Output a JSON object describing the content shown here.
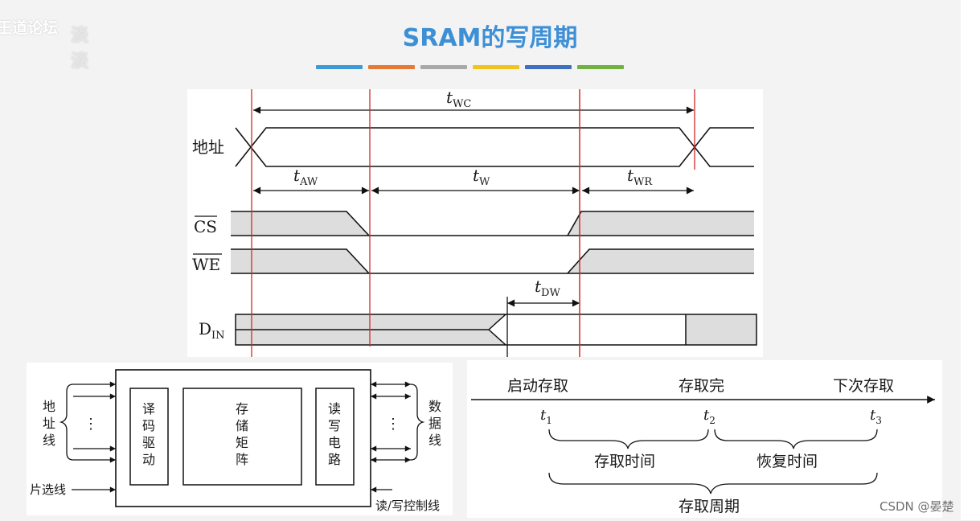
{
  "slide": {
    "title": "SRAM的写周期",
    "watermark": "王道论坛",
    "watermark_glyph": "淡淡",
    "color_bar_colors": [
      "#3d9ad6",
      "#e67a35",
      "#a8a8a8",
      "#f2c31c",
      "#3f6fbf",
      "#6fb23f"
    ],
    "credit": "CSDN @晏楚"
  },
  "timing": {
    "addr_label": "地址",
    "cs_label": "CS",
    "we_label": "WE",
    "din_label": "D",
    "din_sub": "IN",
    "t": "t",
    "twc_sub": "WC",
    "taw_sub": "AW",
    "tw_sub": "W",
    "twr_sub": "WR",
    "tdw_sub": "DW",
    "fill_color": "#dddddd",
    "marker_color": "#d42a2a"
  },
  "block": {
    "addr_label": [
      "地",
      "址",
      "线"
    ],
    "data_label": [
      "数",
      "据",
      "线"
    ],
    "decoder": [
      "译",
      "码",
      "驱",
      "动"
    ],
    "array": [
      "存",
      "储",
      "矩",
      "阵"
    ],
    "rw": [
      "读",
      "写",
      "电",
      "路"
    ],
    "cs_label": "片选线",
    "rw_ctrl_label": "读/写控制线",
    "dots": "⋮"
  },
  "cycle": {
    "start_label": "启动存取",
    "done_label": "存取完",
    "next_label": "下次存取",
    "t": "t",
    "sub1": "1",
    "sub2": "2",
    "sub3": "3",
    "access_time": "存取时间",
    "recovery_time": "恢复时间",
    "cycle_time": "存取周期"
  }
}
